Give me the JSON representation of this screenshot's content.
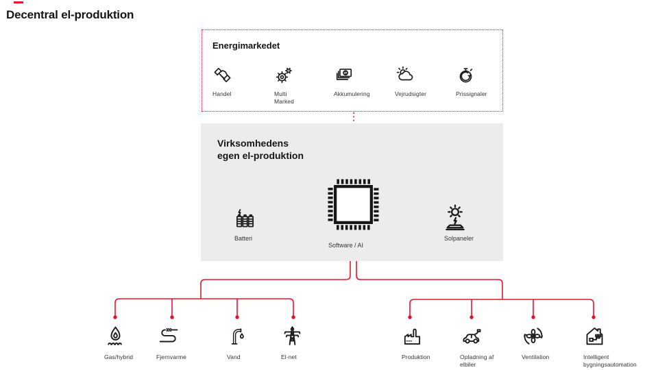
{
  "header": {
    "title": "Decentral el-produktion"
  },
  "market": {
    "title": "Energimarkedet",
    "items": [
      {
        "label": "Handel",
        "icon": "handshake-icon"
      },
      {
        "label": "Multi Marked",
        "icon": "multi-market-gears-icon"
      },
      {
        "label": "Akkumulering",
        "icon": "banknotes-icon"
      },
      {
        "label": "Vejrudsigter",
        "icon": "sun-cloud-icon"
      },
      {
        "label": "Prissignaler",
        "icon": "stopwatch-icon"
      }
    ]
  },
  "company": {
    "title_line1": "Virksomhedens",
    "title_line2": "egen el-produktion",
    "nodes": [
      {
        "label": "Batteri",
        "icon": "battery-icon"
      },
      {
        "label": "Software / AI",
        "icon": "cpu-chip-icon"
      },
      {
        "label": "Solpaneler",
        "icon": "solar-panel-icon"
      }
    ]
  },
  "outputs": {
    "left": [
      {
        "label": "Gas/hybrid",
        "icon": "flame-icon"
      },
      {
        "label": "Fjernvarme",
        "icon": "heating-coil-icon"
      },
      {
        "label": "Vand",
        "icon": "water-tap-icon"
      },
      {
        "label": "El-net",
        "icon": "power-pylon-icon"
      }
    ],
    "right": [
      {
        "label": "Produktion",
        "icon": "factory-icon"
      },
      {
        "label": "Opladning af elbiler",
        "icon": "ev-charging-icon"
      },
      {
        "label": "Ventilation",
        "icon": "fan-icon"
      },
      {
        "label": "Intelligent bygningsautomation",
        "icon": "smart-building-icon"
      }
    ]
  },
  "colors": {
    "accent_red": "#e8152c",
    "box_gray": "#ececec",
    "text_dark": "#1b1b1b"
  }
}
